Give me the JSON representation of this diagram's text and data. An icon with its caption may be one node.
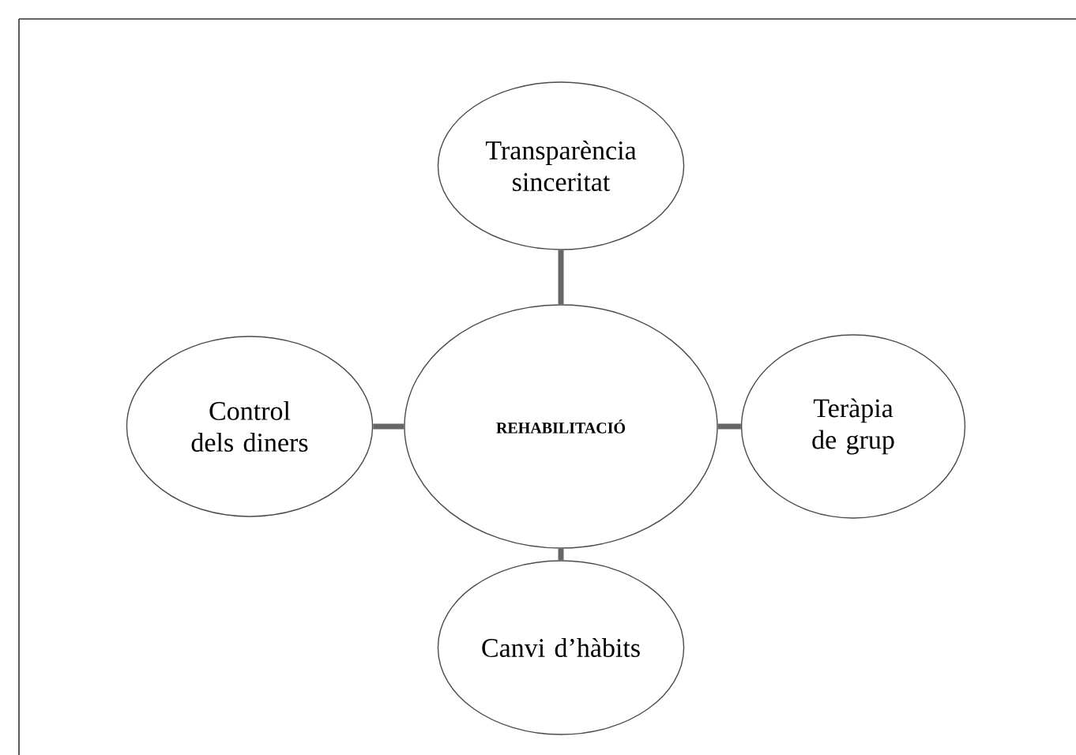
{
  "diagram": {
    "nodes": [
      {
        "text": [
          "Transparència sinceritat"
        ]
      },
      {
        "text": [
          "Control dels diners"
        ]
      },
      {
        "text": [
          "REHABILITACIÓ"
        ]
      },
      {
        "text": [
          "Teràpia de grup"
        ]
      },
      {
        "text": [
          "Canvi d’hàbits"
        ]
      }
    ],
    "edges": [
      {
        "from": 2,
        "to": 0,
        "arrow": "none"
      },
      {
        "from": 2,
        "to": 1,
        "arrow": "none"
      },
      {
        "from": 2,
        "to": 3,
        "arrow": "none"
      },
      {
        "from": 2,
        "to": 4,
        "arrow": "none"
      }
    ]
  }
}
